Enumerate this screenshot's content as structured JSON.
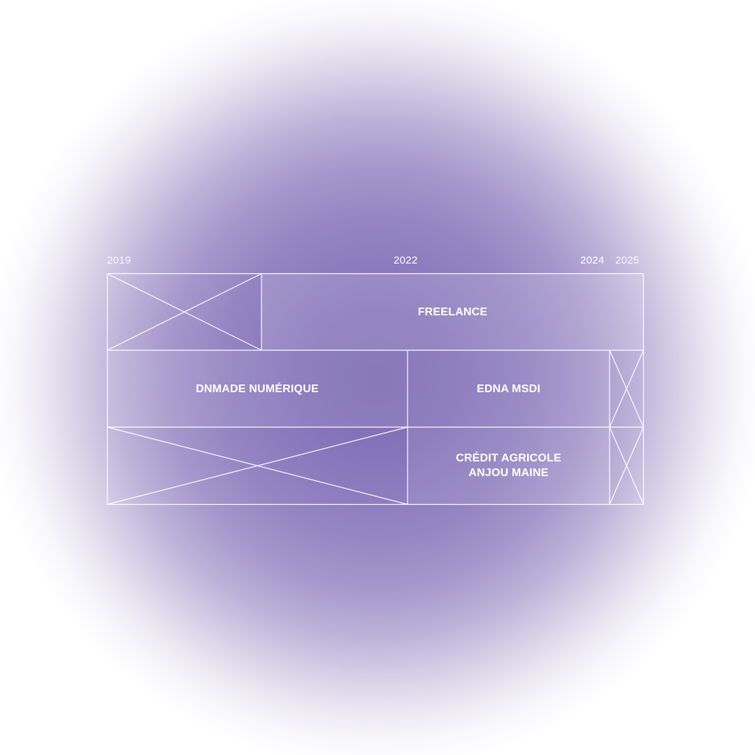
{
  "years": {
    "y2019": "2019",
    "y2022": "2022",
    "y2024": "2024",
    "y2025": "2025"
  },
  "rows": {
    "freelance": "FREELANCE",
    "dnmade": "DNMADE NUMÉRIQUE",
    "edna": "EDNA MSDI",
    "credit_line1": "CRÉDIT AGRICOLE",
    "credit_line2": "ANJOU MAINE"
  },
  "colors": {
    "accent": "#7e6db5",
    "line": "#ffffff"
  }
}
